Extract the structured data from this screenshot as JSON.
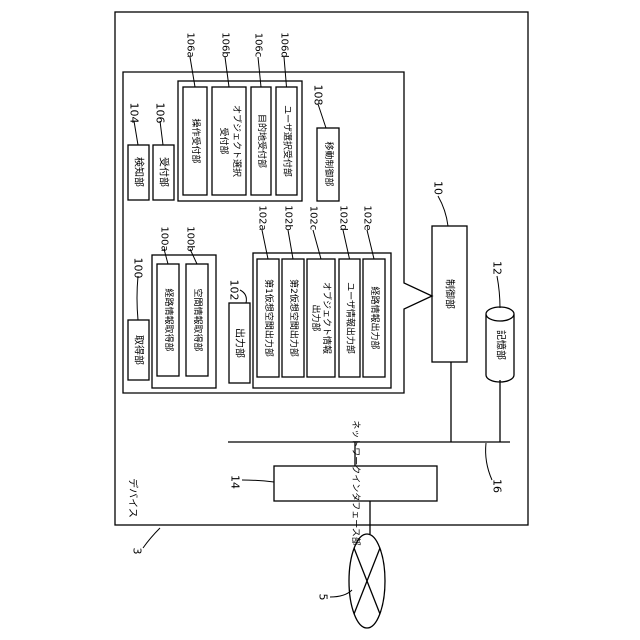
{
  "device": {
    "ref": "3",
    "label": "デバイス"
  },
  "network": {
    "ref": "5"
  },
  "network_interface": {
    "ref": "14",
    "label": "ネットワークインタフェース部"
  },
  "bus": {
    "ref": "16"
  },
  "storage": {
    "ref": "12",
    "label": "記憶部"
  },
  "controller": {
    "ref": "10",
    "label": "制御部"
  },
  "acquisition": {
    "ref": "100",
    "label": "取得部",
    "sub": [
      {
        "ref": "100a",
        "label": "経路情報取得部"
      },
      {
        "ref": "100b",
        "label": "空間情報取得部"
      }
    ]
  },
  "output": {
    "ref": "102",
    "label": "出力部",
    "sub": [
      {
        "ref": "102a",
        "label": "第1仮想空間出力部"
      },
      {
        "ref": "102b",
        "label": "第2仮想空間出力部"
      },
      {
        "ref": "102c",
        "label": "オブジェクト情報出力部",
        "label_lines": [
          "オブジェクト情報",
          "出力部"
        ]
      },
      {
        "ref": "102d",
        "label": "ユーザ情報出力部"
      },
      {
        "ref": "102e",
        "label": "経路情報出力部"
      }
    ]
  },
  "detection": {
    "ref": "104",
    "label": "検知部"
  },
  "reception": {
    "ref": "106",
    "label": "受付部",
    "sub": [
      {
        "ref": "106a",
        "label": "操作受付部"
      },
      {
        "ref": "106b",
        "label": "オブジェクト選択受付部",
        "label_lines": [
          "オブジェクト選択",
          "受付部"
        ]
      },
      {
        "ref": "106c",
        "label": "目的地受付部"
      },
      {
        "ref": "106d",
        "label": "ユーザ選択受付部"
      }
    ]
  },
  "movement_control": {
    "ref": "108",
    "label": "移動制御部"
  }
}
